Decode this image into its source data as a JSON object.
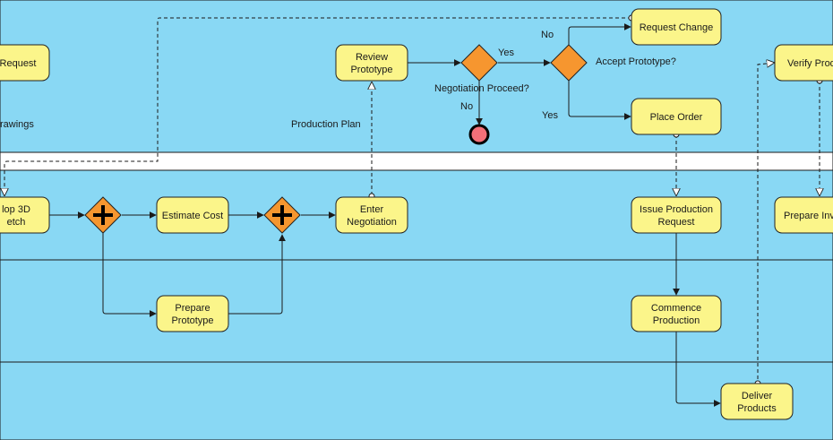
{
  "colors": {
    "lane": "#89d8f4",
    "pool_gap": "#ffffff",
    "lane_border": "#1a1a1a",
    "task_fill": "#fbf58a",
    "task_stroke": "#222222",
    "gateway_fill": "#f6962f",
    "end_fill": "#f27079",
    "line": "#1a1a1a"
  },
  "tasks": {
    "request": "Request",
    "review_prototype": [
      "Review",
      "Prototype"
    ],
    "request_change": "Request Change",
    "verify_product": "Verify Prod",
    "place_order": "Place Order",
    "develop_sketch": [
      "lop 3D",
      "etch"
    ],
    "estimate_cost": "Estimate Cost",
    "enter_negotiation": [
      "Enter",
      "Negotiation"
    ],
    "issue_production_request": [
      "Issue Production",
      "Request"
    ],
    "prepare_invoice": "Prepare Inv",
    "prepare_prototype": [
      "Prepare",
      "Prototype"
    ],
    "commence_production": [
      "Commence",
      "Production"
    ],
    "deliver_products": [
      "Deliver",
      "Products"
    ]
  },
  "gateways": {
    "negotiation_proceed": "Negotiation Proceed?",
    "accept_prototype": "Accept Prototype?",
    "parallel_split": "parallel-gateway",
    "parallel_join": "parallel-gateway"
  },
  "labels": {
    "yes_1": "Yes",
    "no_1": "No",
    "no_2": "No",
    "yes_2": "Yes",
    "drawings": "rawings",
    "production_plan": "Production Plan"
  }
}
